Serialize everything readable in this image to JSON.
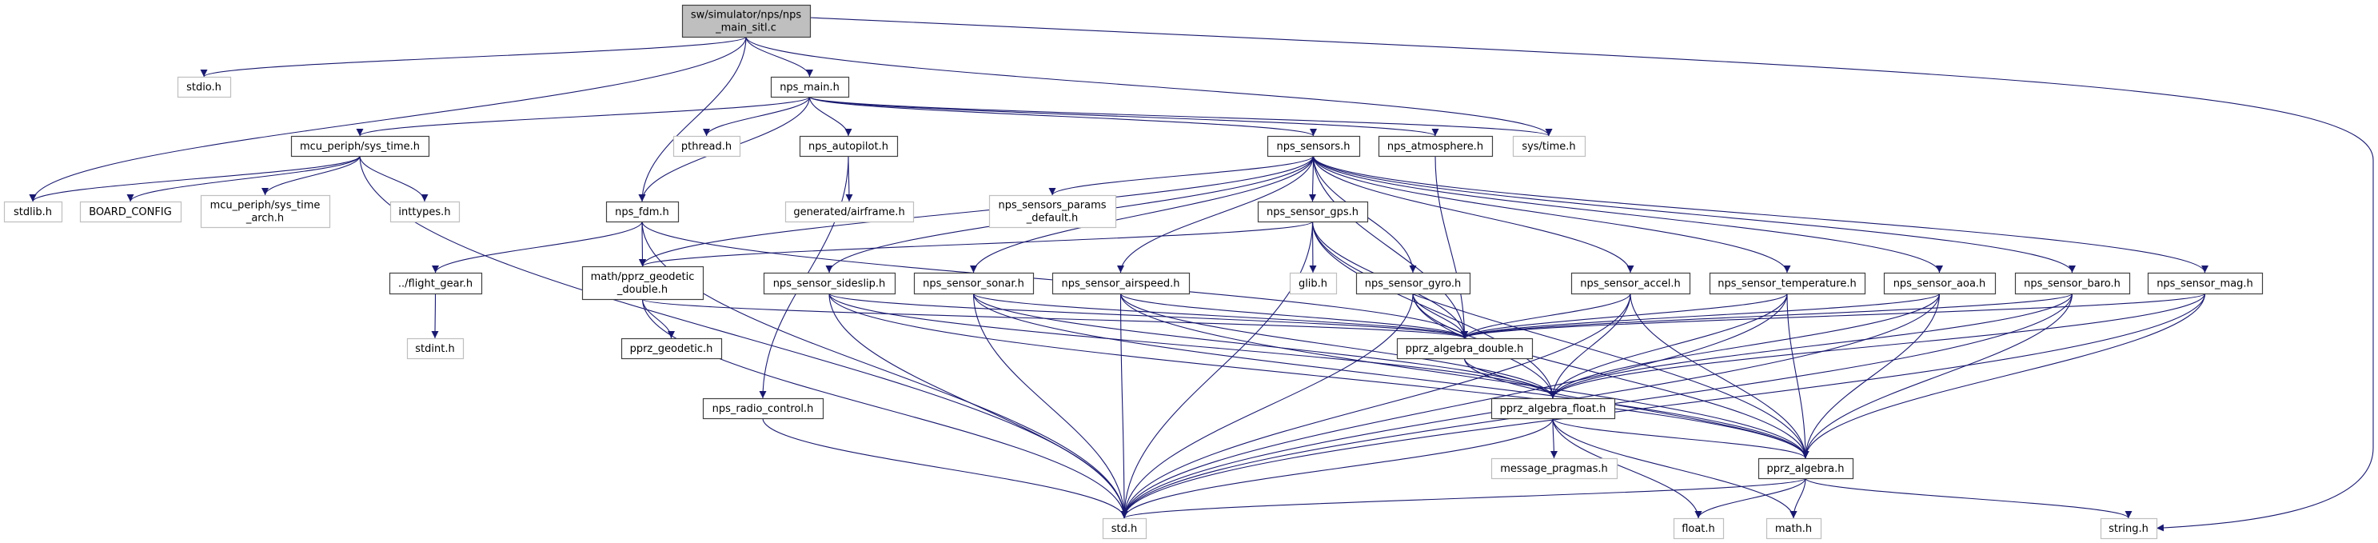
{
  "colors": {
    "edge": "#191970",
    "root_fill": "#bfbfbf",
    "documented_border": "#404040",
    "undocumented_border": "#bfbfbf"
  },
  "nodes": [
    {
      "id": "root",
      "label": [
        "sw/simulator/nps/nps",
        "_main_sitl.c"
      ],
      "kind": "root"
    },
    {
      "id": "stdio",
      "label": [
        "stdio.h"
      ],
      "kind": "external"
    },
    {
      "id": "nps_main",
      "label": [
        "nps_main.h"
      ],
      "kind": "documented"
    },
    {
      "id": "sys_time",
      "label": [
        "mcu_periph/sys_time.h"
      ],
      "kind": "documented"
    },
    {
      "id": "pthread",
      "label": [
        "pthread.h"
      ],
      "kind": "external"
    },
    {
      "id": "autopilot",
      "label": [
        "nps_autopilot.h"
      ],
      "kind": "documented"
    },
    {
      "id": "sensors",
      "label": [
        "nps_sensors.h"
      ],
      "kind": "documented"
    },
    {
      "id": "atmosphere",
      "label": [
        "nps_atmosphere.h"
      ],
      "kind": "documented"
    },
    {
      "id": "systime_h",
      "label": [
        "sys/time.h"
      ],
      "kind": "external"
    },
    {
      "id": "stdlib",
      "label": [
        "stdlib.h"
      ],
      "kind": "external"
    },
    {
      "id": "board",
      "label": [
        "BOARD_CONFIG"
      ],
      "kind": "external"
    },
    {
      "id": "sys_time_arch",
      "label": [
        "mcu_periph/sys_time",
        "_arch.h"
      ],
      "kind": "external"
    },
    {
      "id": "inttypes",
      "label": [
        "inttypes.h"
      ],
      "kind": "external"
    },
    {
      "id": "fdm",
      "label": [
        "nps_fdm.h"
      ],
      "kind": "documented"
    },
    {
      "id": "airframe",
      "label": [
        "generated/airframe.h"
      ],
      "kind": "external"
    },
    {
      "id": "params",
      "label": [
        "nps_sensors_params",
        "_default.h"
      ],
      "kind": "external"
    },
    {
      "id": "gps",
      "label": [
        "nps_sensor_gps.h"
      ],
      "kind": "documented"
    },
    {
      "id": "flight_gear",
      "label": [
        "../flight_gear.h"
      ],
      "kind": "documented"
    },
    {
      "id": "geodetic_double",
      "label": [
        "math/pprz_geodetic",
        "_double.h"
      ],
      "kind": "documented"
    },
    {
      "id": "sideslip",
      "label": [
        "nps_sensor_sideslip.h"
      ],
      "kind": "documented"
    },
    {
      "id": "sonar",
      "label": [
        "nps_sensor_sonar.h"
      ],
      "kind": "documented"
    },
    {
      "id": "airspeed",
      "label": [
        "nps_sensor_airspeed.h"
      ],
      "kind": "documented"
    },
    {
      "id": "glib",
      "label": [
        "glib.h"
      ],
      "kind": "external"
    },
    {
      "id": "gyro",
      "label": [
        "nps_sensor_gyro.h"
      ],
      "kind": "documented"
    },
    {
      "id": "accel",
      "label": [
        "nps_sensor_accel.h"
      ],
      "kind": "documented"
    },
    {
      "id": "temperature",
      "label": [
        "nps_sensor_temperature.h"
      ],
      "kind": "documented"
    },
    {
      "id": "aoa",
      "label": [
        "nps_sensor_aoa.h"
      ],
      "kind": "documented"
    },
    {
      "id": "baro",
      "label": [
        "nps_sensor_baro.h"
      ],
      "kind": "documented"
    },
    {
      "id": "mag",
      "label": [
        "nps_sensor_mag.h"
      ],
      "kind": "documented"
    },
    {
      "id": "stdint",
      "label": [
        "stdint.h"
      ],
      "kind": "external"
    },
    {
      "id": "geodetic",
      "label": [
        "pprz_geodetic.h"
      ],
      "kind": "documented"
    },
    {
      "id": "alg_double",
      "label": [
        "pprz_algebra_double.h"
      ],
      "kind": "documented"
    },
    {
      "id": "radio",
      "label": [
        "nps_radio_control.h"
      ],
      "kind": "documented"
    },
    {
      "id": "alg_float",
      "label": [
        "pprz_algebra_float.h"
      ],
      "kind": "documented"
    },
    {
      "id": "pragmas",
      "label": [
        "message_pragmas.h"
      ],
      "kind": "external"
    },
    {
      "id": "algebra",
      "label": [
        "pprz_algebra.h"
      ],
      "kind": "documented"
    },
    {
      "id": "std",
      "label": [
        "std.h"
      ],
      "kind": "external"
    },
    {
      "id": "float",
      "label": [
        "float.h"
      ],
      "kind": "external"
    },
    {
      "id": "math",
      "label": [
        "math.h"
      ],
      "kind": "external"
    },
    {
      "id": "string",
      "label": [
        "string.h"
      ],
      "kind": "external"
    }
  ],
  "edges": [
    [
      "root",
      "stdio"
    ],
    [
      "root",
      "stdlib"
    ],
    [
      "root",
      "nps_main"
    ],
    [
      "root",
      "fdm"
    ],
    [
      "root",
      "systime_h"
    ],
    [
      "root",
      "string"
    ],
    [
      "nps_main",
      "sys_time"
    ],
    [
      "nps_main",
      "pthread"
    ],
    [
      "nps_main",
      "autopilot"
    ],
    [
      "nps_main",
      "fdm"
    ],
    [
      "nps_main",
      "sensors"
    ],
    [
      "nps_main",
      "atmosphere"
    ],
    [
      "nps_main",
      "systime_h"
    ],
    [
      "sys_time",
      "stdlib"
    ],
    [
      "sys_time",
      "board"
    ],
    [
      "sys_time",
      "sys_time_arch"
    ],
    [
      "sys_time",
      "inttypes"
    ],
    [
      "sys_time",
      "std"
    ],
    [
      "autopilot",
      "airframe"
    ],
    [
      "autopilot",
      "radio"
    ],
    [
      "fdm",
      "flight_gear"
    ],
    [
      "fdm",
      "geodetic_double"
    ],
    [
      "fdm",
      "std"
    ],
    [
      "fdm",
      "alg_double"
    ],
    [
      "flight_gear",
      "stdint"
    ],
    [
      "geodetic_double",
      "geodetic"
    ],
    [
      "geodetic_double",
      "std"
    ],
    [
      "geodetic_double",
      "alg_double"
    ],
    [
      "sensors",
      "params"
    ],
    [
      "sensors",
      "gps"
    ],
    [
      "sensors",
      "sideslip"
    ],
    [
      "sensors",
      "sonar"
    ],
    [
      "sensors",
      "airspeed"
    ],
    [
      "sensors",
      "gyro"
    ],
    [
      "sensors",
      "accel"
    ],
    [
      "sensors",
      "temperature"
    ],
    [
      "sensors",
      "aoa"
    ],
    [
      "sensors",
      "baro"
    ],
    [
      "sensors",
      "mag"
    ],
    [
      "sensors",
      "alg_double"
    ],
    [
      "sensors",
      "geodetic_double"
    ],
    [
      "atmosphere",
      "alg_double"
    ],
    [
      "gps",
      "glib"
    ],
    [
      "gps",
      "std"
    ],
    [
      "gps",
      "geodetic_double"
    ],
    [
      "gps",
      "alg_double"
    ],
    [
      "gps",
      "alg_float"
    ],
    [
      "gps",
      "algebra"
    ],
    [
      "sideslip",
      "std"
    ],
    [
      "sideslip",
      "alg_double"
    ],
    [
      "sideslip",
      "alg_float"
    ],
    [
      "sideslip",
      "algebra"
    ],
    [
      "sonar",
      "std"
    ],
    [
      "sonar",
      "alg_double"
    ],
    [
      "sonar",
      "alg_float"
    ],
    [
      "sonar",
      "algebra"
    ],
    [
      "airspeed",
      "std"
    ],
    [
      "airspeed",
      "alg_double"
    ],
    [
      "airspeed",
      "alg_float"
    ],
    [
      "airspeed",
      "algebra"
    ],
    [
      "gyro",
      "std"
    ],
    [
      "gyro",
      "alg_double"
    ],
    [
      "gyro",
      "alg_float"
    ],
    [
      "gyro",
      "algebra"
    ],
    [
      "accel",
      "std"
    ],
    [
      "accel",
      "alg_double"
    ],
    [
      "accel",
      "alg_float"
    ],
    [
      "accel",
      "algebra"
    ],
    [
      "temperature",
      "std"
    ],
    [
      "temperature",
      "alg_double"
    ],
    [
      "temperature",
      "alg_float"
    ],
    [
      "temperature",
      "algebra"
    ],
    [
      "aoa",
      "std"
    ],
    [
      "aoa",
      "alg_double"
    ],
    [
      "aoa",
      "alg_float"
    ],
    [
      "aoa",
      "algebra"
    ],
    [
      "baro",
      "std"
    ],
    [
      "baro",
      "alg_double"
    ],
    [
      "baro",
      "alg_float"
    ],
    [
      "baro",
      "algebra"
    ],
    [
      "mag",
      "std"
    ],
    [
      "mag",
      "alg_double"
    ],
    [
      "mag",
      "alg_float"
    ],
    [
      "mag",
      "algebra"
    ],
    [
      "radio",
      "std"
    ],
    [
      "alg_double",
      "alg_float"
    ],
    [
      "alg_double",
      "algebra"
    ],
    [
      "alg_float",
      "pragmas"
    ],
    [
      "alg_float",
      "algebra"
    ],
    [
      "alg_float",
      "float"
    ],
    [
      "alg_float",
      "math"
    ],
    [
      "alg_float",
      "std"
    ],
    [
      "algebra",
      "std"
    ],
    [
      "algebra",
      "float"
    ],
    [
      "algebra",
      "math"
    ],
    [
      "algebra",
      "string"
    ]
  ]
}
